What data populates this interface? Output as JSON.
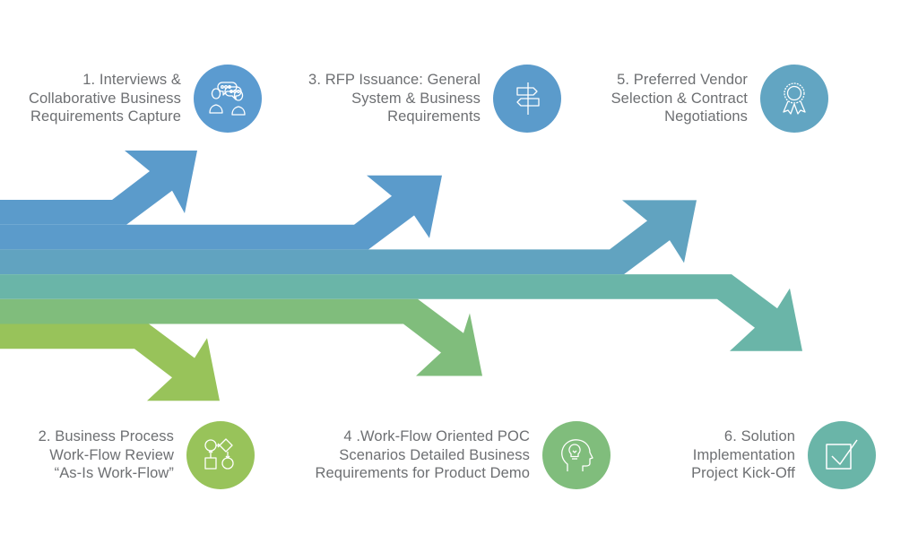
{
  "diagram": {
    "type": "process-flow-arrows",
    "colors": {
      "step1": "#5b9bcb",
      "step3": "#5b9bcb",
      "step5": "#61a3c0",
      "step6": "#6ab5a8",
      "step4": "#80bd7c",
      "step2": "#98c35a",
      "text": "#6d6f72"
    },
    "steps": [
      {
        "id": "step1",
        "lines": [
          "1. Interviews &",
          "Collaborative Business",
          "Requirements Capture"
        ],
        "icon": "people-conversation-icon",
        "direction": "up"
      },
      {
        "id": "step2",
        "lines": [
          "2. Business Process",
          "Work-Flow Review",
          "“As-Is Work-Flow”"
        ],
        "icon": "flowchart-icon",
        "direction": "down"
      },
      {
        "id": "step3",
        "lines": [
          "3. RFP Issuance: General",
          "System & Business",
          "Requirements"
        ],
        "icon": "signpost-icon",
        "direction": "up"
      },
      {
        "id": "step4",
        "lines": [
          "4 .Work-Flow Oriented POC",
          "Scenarios Detailed Business",
          "Requirements for Product Demo"
        ],
        "icon": "head-lightbulb-icon",
        "direction": "down"
      },
      {
        "id": "step5",
        "lines": [
          "5. Preferred Vendor",
          "Selection & Contract",
          "Negotiations"
        ],
        "icon": "award-ribbon-icon",
        "direction": "up"
      },
      {
        "id": "step6",
        "lines": [
          "6. Solution",
          "Implementation",
          "Project Kick-Off"
        ],
        "icon": "checkbox-check-icon",
        "direction": "down"
      }
    ]
  }
}
